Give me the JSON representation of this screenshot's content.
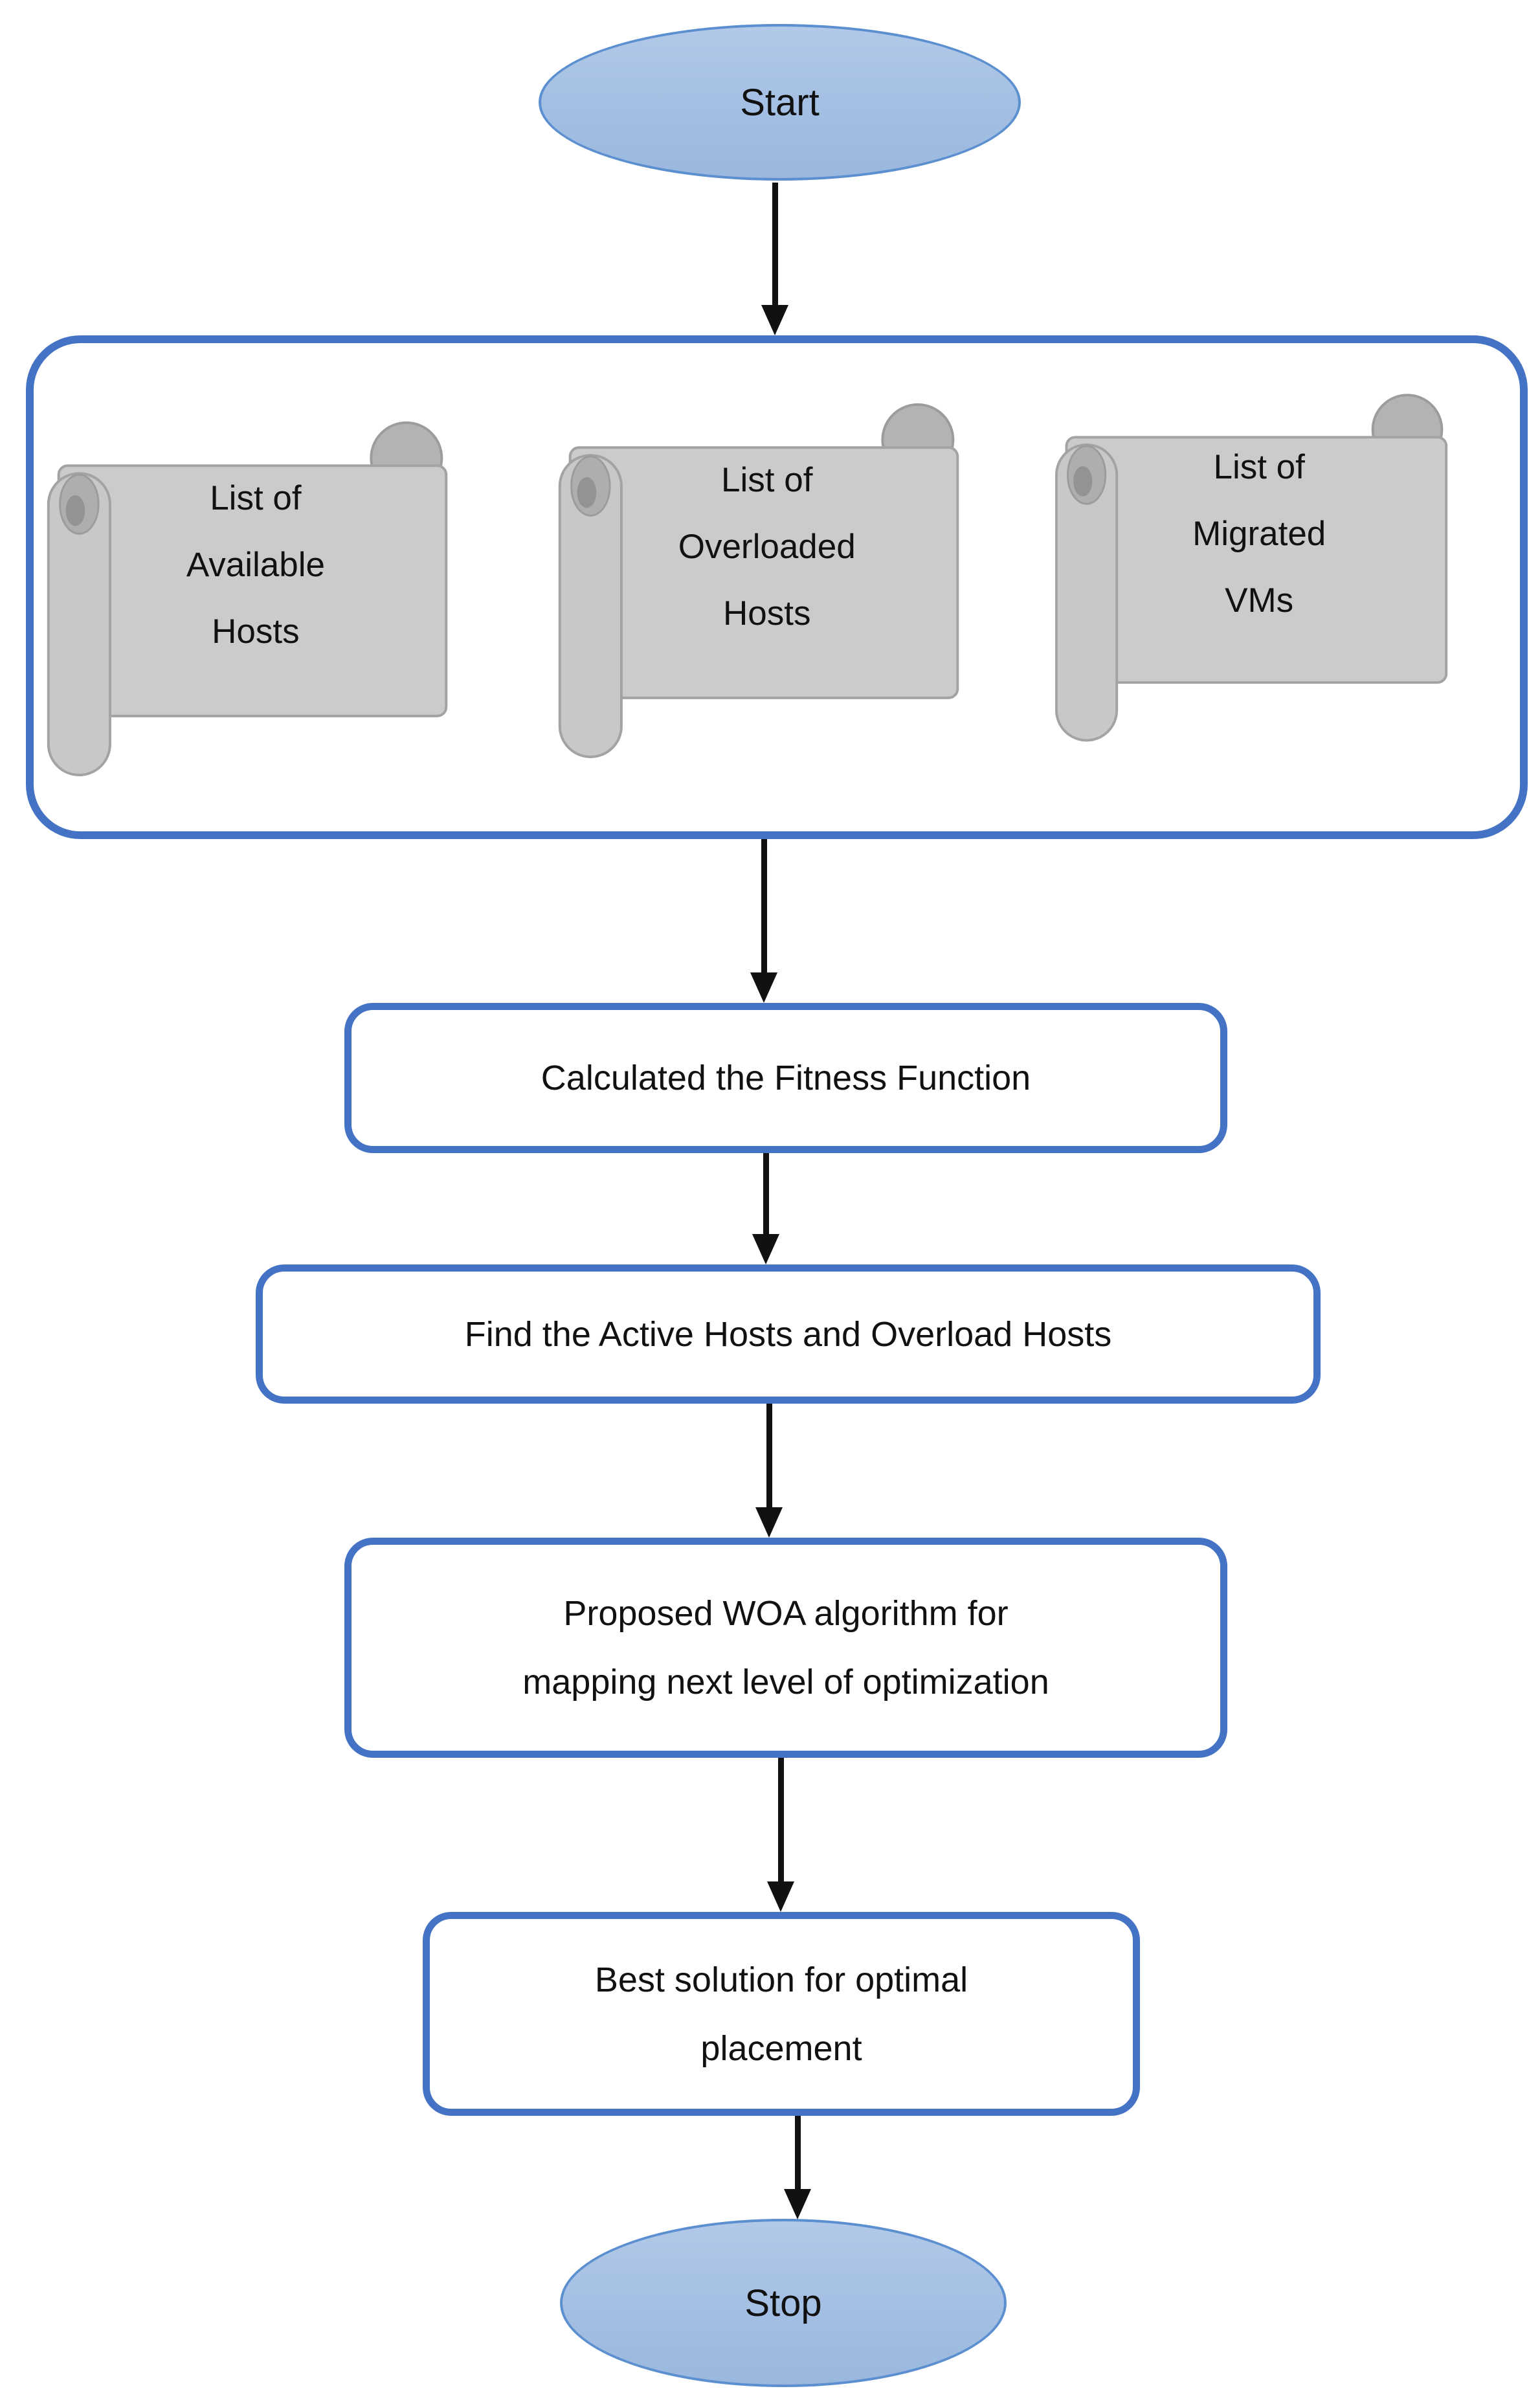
{
  "flowchart": {
    "start": {
      "label": "Start"
    },
    "inputs_group": {
      "scrolls": [
        {
          "lines": [
            "List of",
            "Available",
            "Hosts"
          ]
        },
        {
          "lines": [
            "List of",
            "Overloaded",
            "Hosts"
          ]
        },
        {
          "lines": [
            "List of",
            "Migrated",
            "VMs"
          ]
        }
      ]
    },
    "process_steps": [
      {
        "lines": [
          "Calculated the Fitness Function"
        ]
      },
      {
        "lines": [
          "Find the Active Hosts and Overload Hosts"
        ]
      },
      {
        "lines": [
          "Proposed WOA algorithm for",
          "mapping next level of optimization"
        ]
      },
      {
        "lines": [
          "Best solution for optimal",
          "placement"
        ]
      }
    ],
    "stop": {
      "label": "Stop"
    },
    "colors": {
      "accent_blue": "#4472c4",
      "terminal_border": "#5b8fd0",
      "terminal_fill": "#a5c0e4",
      "scroll_fill": "#cbcbcb",
      "scroll_border": "#a3a3a3",
      "arrow": "#111111",
      "text": "#111111"
    }
  }
}
